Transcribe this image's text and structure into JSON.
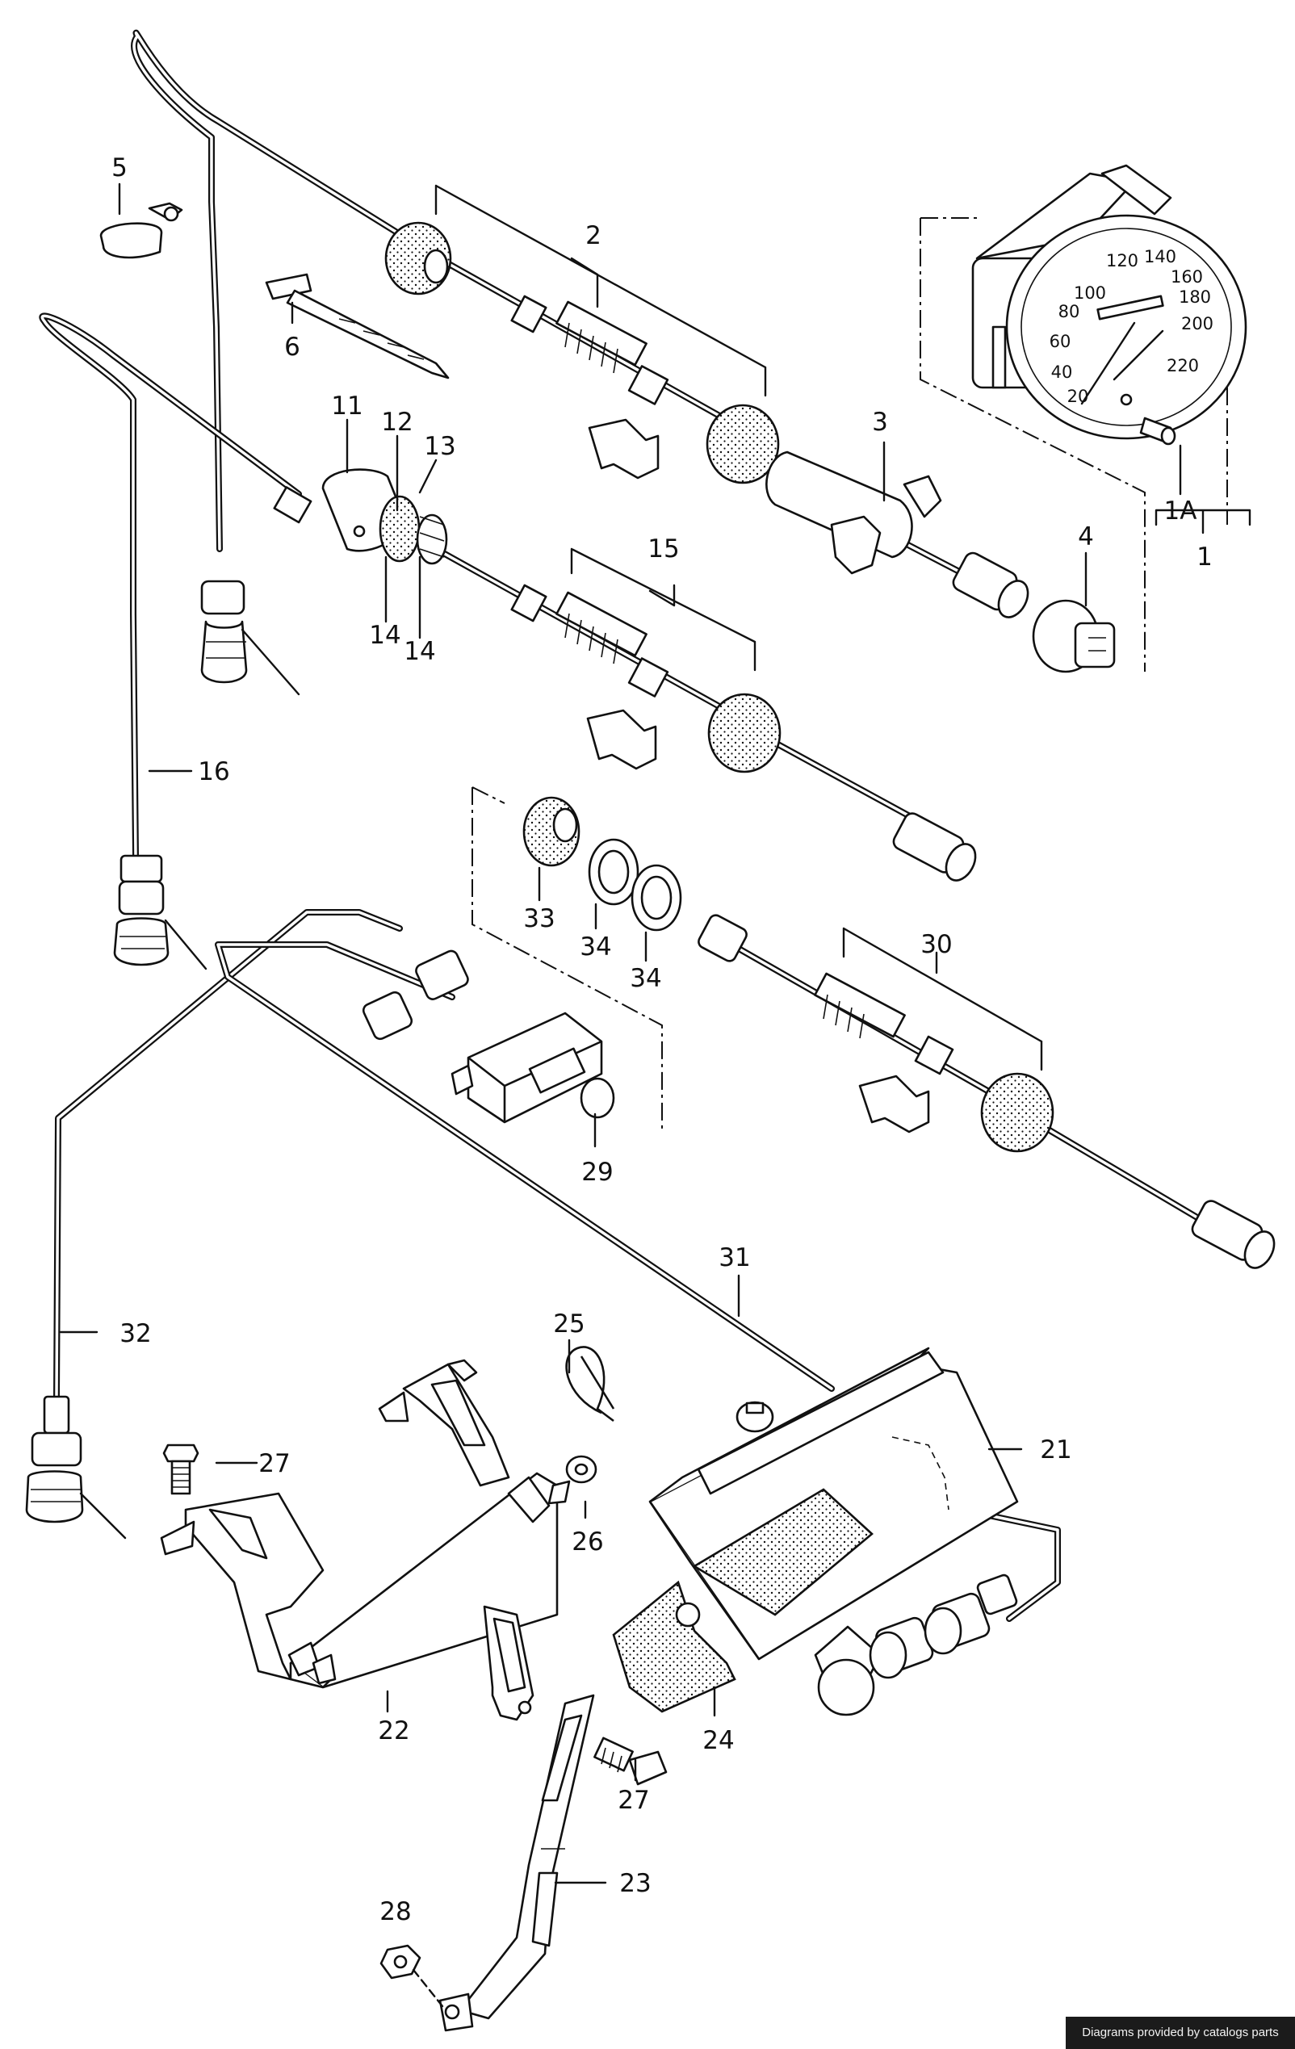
{
  "callouts": {
    "c1": "1",
    "c1a": "1A",
    "c2": "2",
    "c3": "3",
    "c4": "4",
    "c5": "5",
    "c6": "6",
    "c11": "11",
    "c12": "12",
    "c13": "13",
    "c14a": "14",
    "c14b": "14",
    "c15": "15",
    "c16": "16",
    "c21": "21",
    "c22": "22",
    "c23": "23",
    "c24": "24",
    "c25": "25",
    "c26": "26",
    "c27a": "27",
    "c27b": "27",
    "c28": "28",
    "c29": "29",
    "c30": "30",
    "c31": "31",
    "c32": "32",
    "c33": "33",
    "c34a": "34",
    "c34b": "34"
  },
  "speedometer": {
    "dial_marks": [
      "20",
      "40",
      "60",
      "80",
      "100",
      "120",
      "140",
      "160",
      "180",
      "200",
      "220"
    ]
  },
  "footer": {
    "text": "Diagrams provided by catalogs parts"
  },
  "colors": {
    "ink": "#111111",
    "paper": "#ffffff",
    "footer_bg": "#1b1b1b"
  }
}
